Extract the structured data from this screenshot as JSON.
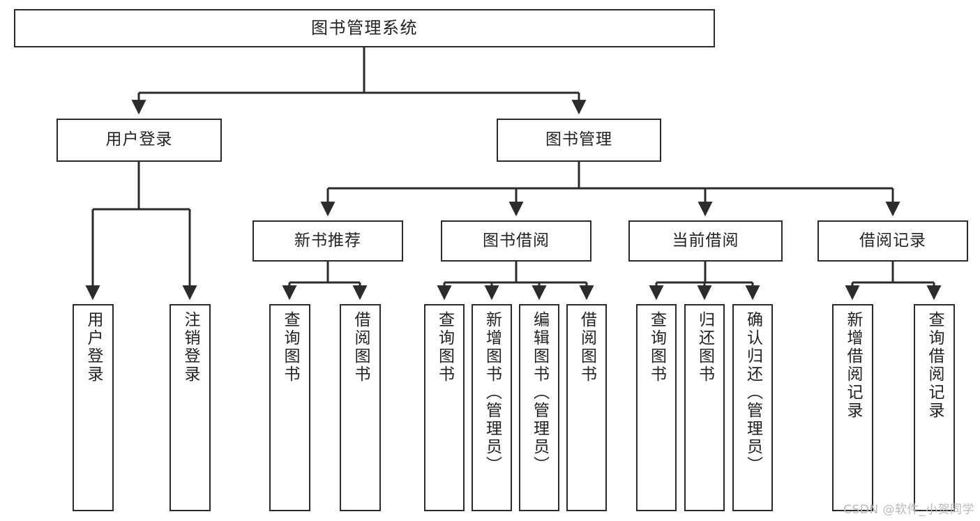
{
  "diagram": {
    "title": "图书管理系统",
    "type": "tree",
    "orientation": "top-down",
    "colors": {
      "box_border": "#2b2b2b",
      "box_fill": "#ffffff",
      "edge": "#2b2b2b",
      "text": "#222222",
      "watermark": "#b9b9b9",
      "background": "#ffffff"
    },
    "root": {
      "id": "root",
      "label": "图书管理系统"
    },
    "level2": [
      {
        "id": "user-login",
        "label": "用户登录"
      },
      {
        "id": "book-manage",
        "label": "图书管理"
      }
    ],
    "level3": [
      {
        "id": "new-book-recommend",
        "label": "新书推荐",
        "parent": "book-manage"
      },
      {
        "id": "book-borrow",
        "label": "图书借阅",
        "parent": "book-manage"
      },
      {
        "id": "current-borrow",
        "label": "当前借阅",
        "parent": "book-manage"
      },
      {
        "id": "borrow-record",
        "label": "借阅记录",
        "parent": "book-manage"
      }
    ],
    "leaves": {
      "user-login": [
        {
          "id": "leaf-user-login",
          "label": "用户登录"
        },
        {
          "id": "leaf-user-logout",
          "label": "注销登录"
        }
      ],
      "new-book-recommend": [
        {
          "id": "leaf-query-book-1",
          "label": "查询图书"
        },
        {
          "id": "leaf-borrow-book-1",
          "label": "借阅图书"
        }
      ],
      "book-borrow": [
        {
          "id": "leaf-query-book-2",
          "label": "查询图书"
        },
        {
          "id": "leaf-add-book",
          "label": "新增图书（管理员）"
        },
        {
          "id": "leaf-edit-book",
          "label": "编辑图书（管理员）"
        },
        {
          "id": "leaf-borrow-book-2",
          "label": "借阅图书"
        }
      ],
      "current-borrow": [
        {
          "id": "leaf-query-book-3",
          "label": "查询图书"
        },
        {
          "id": "leaf-return-book",
          "label": "归还图书"
        },
        {
          "id": "leaf-confirm-return",
          "label": "确认归还（管理员）"
        }
      ],
      "borrow-record": [
        {
          "id": "leaf-add-record",
          "label": "新增借阅记录"
        },
        {
          "id": "leaf-query-record",
          "label": "查询借阅记录"
        }
      ]
    }
  },
  "watermark": {
    "text": "CSDN @软件_小贺同学"
  }
}
